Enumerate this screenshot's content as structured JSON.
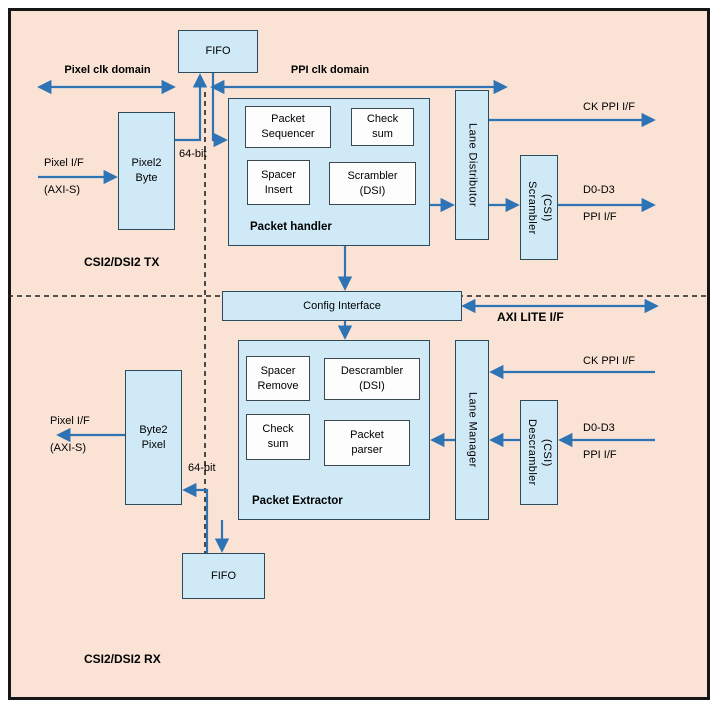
{
  "tx": {
    "section": "CSI2/DSI2 TX",
    "fifo": "FIFO",
    "clk": {
      "pixel": "Pixel clk domain",
      "ppi": "PPI clk domain"
    },
    "pixel_if": {
      "l1": "Pixel I/F",
      "l2": "(AXI-S)"
    },
    "pixel2byte": {
      "l1": "Pixel2",
      "l2": "Byte"
    },
    "bus": "64-bit",
    "ph": {
      "title": "Packet handler",
      "sequencer": {
        "l1": "Packet",
        "l2": "Sequencer"
      },
      "checksum": {
        "l1": "Check",
        "l2": "sum"
      },
      "spacer": {
        "l1": "Spacer",
        "l2": "Insert"
      },
      "scrambler": {
        "l1": "Scrambler",
        "l2": "(DSI)"
      }
    },
    "lane_distributor": "Lane Distributor",
    "scrambler_csi": {
      "l1": "Scrambler",
      "l2": "(CSI)"
    },
    "ck_ppi": "CK PPI I/F",
    "d0d3": {
      "l1": "D0-D3",
      "l2": "PPI I/F"
    }
  },
  "mid": {
    "config": "Config Interface",
    "axi": "AXI LITE I/F"
  },
  "rx": {
    "section": "CSI2/DSI2 RX",
    "fifo": "FIFO",
    "byte2pixel": {
      "l1": "Byte2",
      "l2": "Pixel"
    },
    "pixel_if": {
      "l1": "Pixel I/F",
      "l2": "(AXI-S)"
    },
    "bus": "64-bit",
    "pe": {
      "title": "Packet Extractor",
      "spacer": {
        "l1": "Spacer",
        "l2": "Remove"
      },
      "descrambler": {
        "l1": "Descrambler",
        "l2": "(DSI)"
      },
      "checksum": {
        "l1": "Check",
        "l2": "sum"
      },
      "parser": {
        "l1": "Packet",
        "l2": "parser"
      }
    },
    "lane_manager": "Lane Manager",
    "descrambler_csi": {
      "l1": "Descrambler",
      "l2": "(CSI)"
    },
    "ck_ppi": "CK PPI I/F",
    "d0d3": {
      "l1": "D0-D3",
      "l2": "PPI I/F"
    }
  },
  "colors": {
    "background": "#fae3d5",
    "box_fill": "#cfe9f7",
    "box_border": "#2b4c5c",
    "inner_fill": "#fdfdfd",
    "arrow": "#2e74b5",
    "dashed_line": "#222222",
    "frame_border": "#161616",
    "text": "#000000"
  }
}
